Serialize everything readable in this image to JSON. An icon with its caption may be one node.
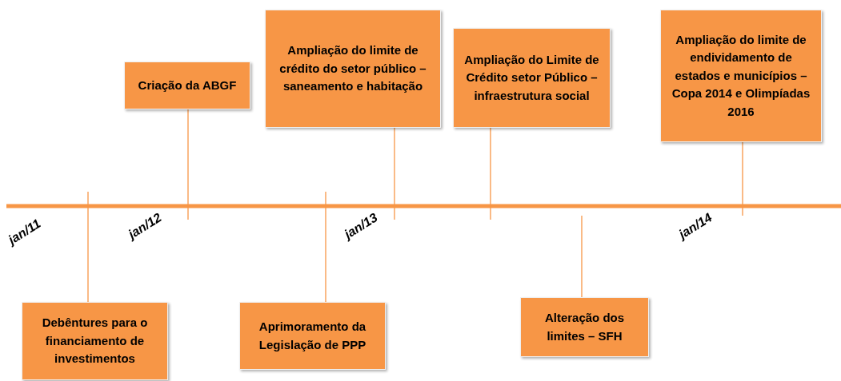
{
  "diagram": {
    "nodes": [
      {
        "text": [
          "Criação da ABGF"
        ]
      },
      {
        "text": [
          "Ampliação do limite de crédito do setor público – saneamento e habitação"
        ]
      },
      {
        "text": [
          "Ampliação do Limite de Crédito setor Público – infraestrutura social"
        ]
      },
      {
        "text": [
          "Ampliação do limite de endividamento de estados e municípios – Copa 2014 e Olimpíadas 2016"
        ]
      },
      {
        "text": [
          "Debêntures para o financiamento de investimentos"
        ]
      },
      {
        "text": [
          "Aprimoramento da Legislação de PPP"
        ]
      },
      {
        "text": [
          "Alteração dos limites – SFH"
        ]
      }
    ],
    "edges": [
      {
        "from": 0,
        "to": null,
        "arrow": "none"
      },
      {
        "from": 1,
        "to": null,
        "arrow": "none"
      },
      {
        "from": 2,
        "to": null,
        "arrow": "none"
      },
      {
        "from": 3,
        "to": null,
        "arrow": "none"
      },
      {
        "from": 4,
        "to": null,
        "arrow": "none"
      },
      {
        "from": 5,
        "to": null,
        "arrow": "none"
      },
      {
        "from": 6,
        "to": null,
        "arrow": "none"
      }
    ],
    "labels": [
      "jan/11",
      "jan/12",
      "jan/13",
      "jan/14"
    ]
  }
}
